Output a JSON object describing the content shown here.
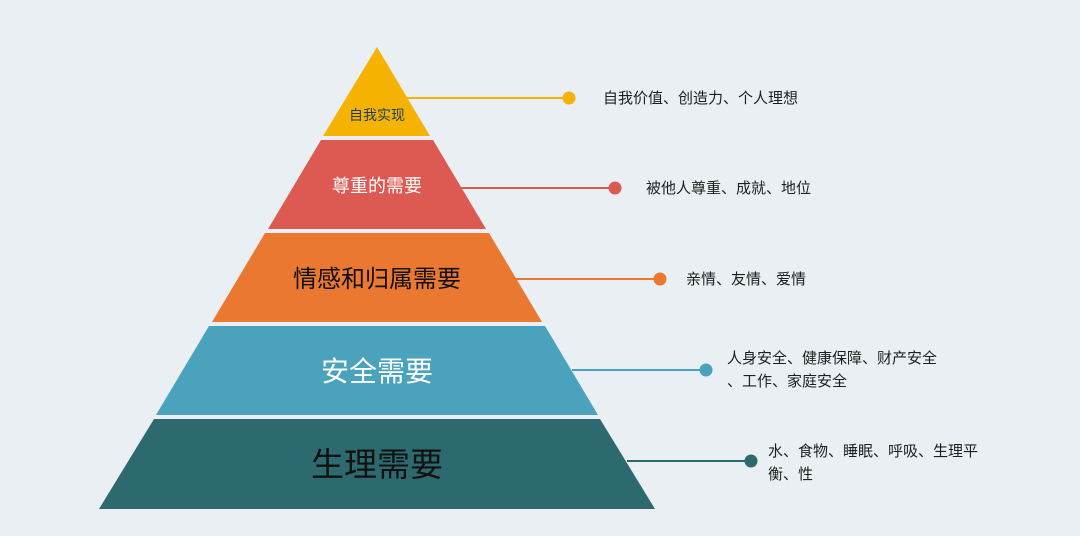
{
  "colors": {
    "background": "#e9eff2",
    "level_1": "#f5b300",
    "level_2": "#dd5a52",
    "level_3": "#ea7831",
    "level_4": "#4aa2bc",
    "level_5": "#2d6a70"
  },
  "levels": [
    {
      "label": "自我实现",
      "description_lines": [
        "自我价值、创造力、个人理想"
      ]
    },
    {
      "label": "尊重的需要",
      "description_lines": [
        "被他人尊重、成就、地位"
      ]
    },
    {
      "label": "情感和归属需要",
      "description_lines": [
        "亲情、友情、爱情"
      ]
    },
    {
      "label": "安全需要",
      "description_lines": [
        "人身安全、健康保障、财产安全",
        "、工作、家庭安全"
      ]
    },
    {
      "label": "生理需要",
      "description_lines": [
        "水、食物、睡眠、呼吸、生理平",
        "衡、性"
      ]
    }
  ]
}
